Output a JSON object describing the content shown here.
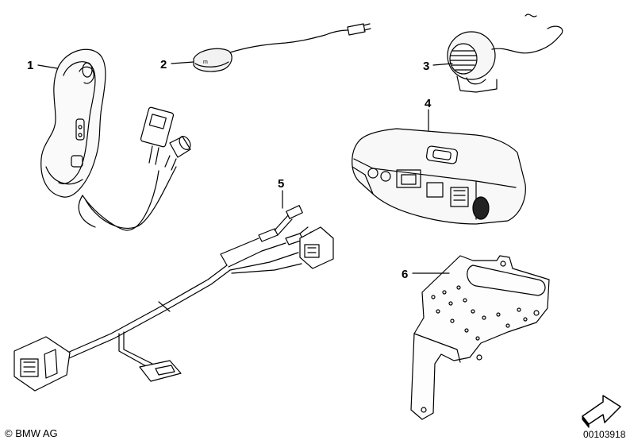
{
  "diagram": {
    "callouts": [
      "1",
      "2",
      "3",
      "4",
      "5",
      "6"
    ],
    "copyright": "© BMW AG",
    "document_number": "00103918"
  },
  "icons": {
    "corner_arrow": "arrow-icon"
  }
}
